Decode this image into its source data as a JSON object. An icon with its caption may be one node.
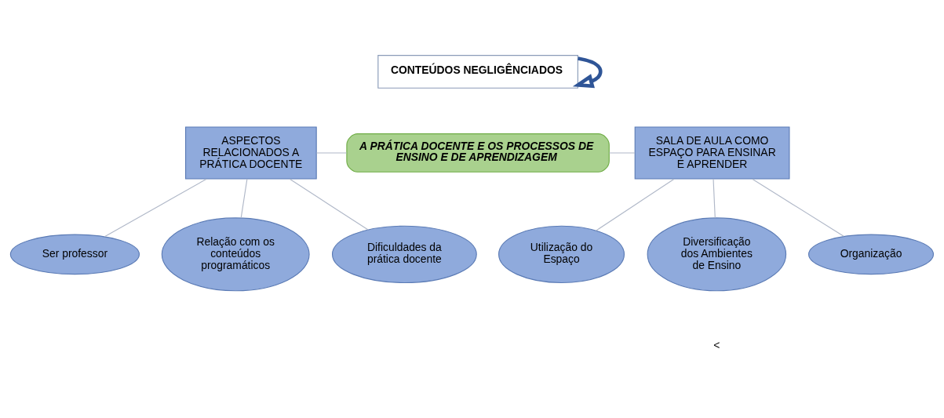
{
  "diagram": {
    "nodes": [
      {
        "text": [
          "CONTEÚDOS NEGLIGÊNCIADOS"
        ]
      },
      {
        "text": [
          "ASPECTOS RELACIONADOS A PRÁTICA DOCENTE"
        ]
      },
      {
        "text": [
          "A PRÁTICA DOCENTE E OS PROCESSOS DE ENSINO E DE APRENDIZAGEM"
        ]
      },
      {
        "text": [
          "SALA DE AULA COMO ESPAÇO PARA ENSINAR E APRENDER"
        ]
      },
      {
        "text": [
          "Ser professor"
        ]
      },
      {
        "text": [
          "Relação com os conteúdos programáticos"
        ]
      },
      {
        "text": [
          "Dificuldades da prática docente"
        ]
      },
      {
        "text": [
          "Utilização do Espaço"
        ]
      },
      {
        "text": [
          "Diversificação dos Ambientes de Ensino"
        ]
      },
      {
        "text": [
          "Organização"
        ]
      }
    ],
    "edges": [
      {
        "from": 0,
        "to": 0,
        "arrow": "to",
        "style": "thick",
        "color": "#2f5597"
      },
      {
        "from": 1,
        "to": 2,
        "arrow": "none"
      },
      {
        "from": 2,
        "to": 3,
        "arrow": "none"
      },
      {
        "from": 1,
        "to": 4,
        "arrow": "none"
      },
      {
        "from": 1,
        "to": 5,
        "arrow": "none"
      },
      {
        "from": 1,
        "to": 6,
        "arrow": "none"
      },
      {
        "from": 3,
        "to": 7,
        "arrow": "none"
      },
      {
        "from": 3,
        "to": 8,
        "arrow": "none"
      },
      {
        "from": 3,
        "to": 9,
        "arrow": "none"
      }
    ],
    "labels": [
      "<"
    ]
  }
}
